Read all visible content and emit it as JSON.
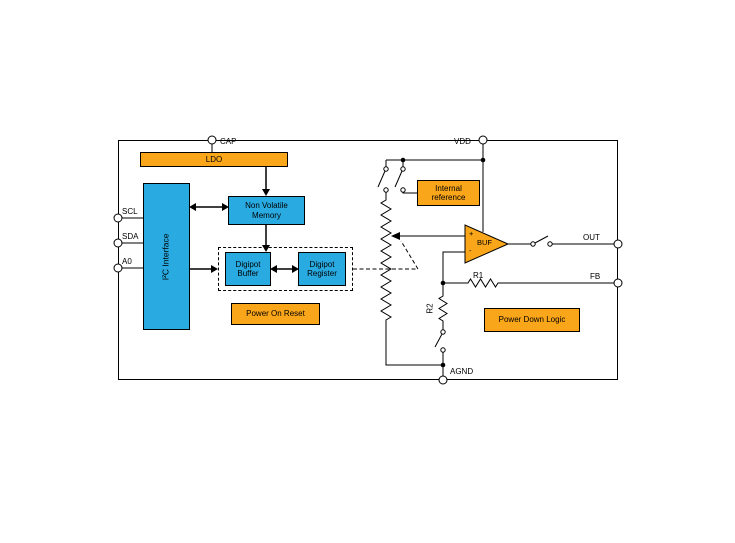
{
  "diagram": {
    "pins": {
      "cap": "CAP",
      "vdd": "VDD",
      "scl": "SCL",
      "sda": "SDA",
      "a0": "A0",
      "out": "OUT",
      "fb": "FB",
      "agnd": "AGND"
    },
    "blocks": {
      "ldo": "LDO",
      "i2c_interface": "I²C Interface",
      "nvm": "Non Volatile Memory",
      "digipot_buffer": "Digipot Buffer",
      "digipot_register": "Digipot Register",
      "power_on_reset": "Power On Reset",
      "internal_reference": "Internal reference",
      "power_down_logic": "Power Down Logic",
      "buffer_amp": "BUF",
      "buffer_plus": "+",
      "buffer_minus": "-"
    },
    "components": {
      "r1": "R1",
      "r2": "R2"
    },
    "colors": {
      "block_orange": "#FAA61A",
      "block_cyan": "#29ABE2",
      "wire": "#000000",
      "background": "#FFFFFF"
    }
  }
}
